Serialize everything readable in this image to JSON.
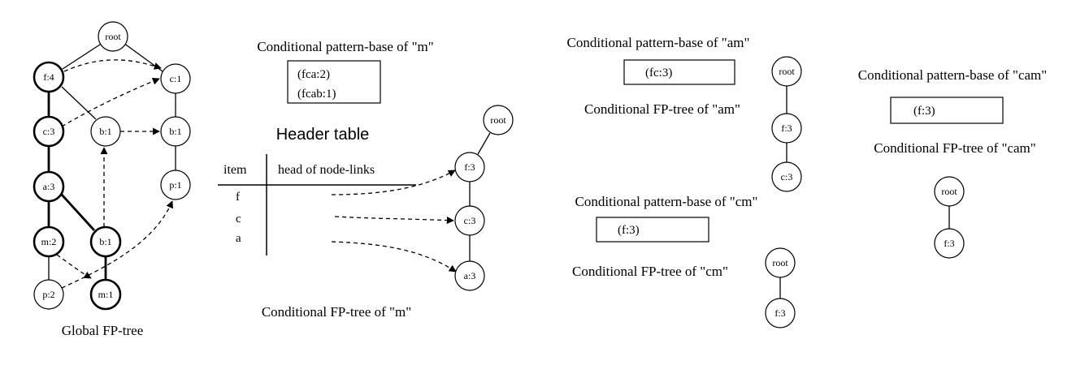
{
  "trees": {
    "global": {
      "caption": "Global FP-tree",
      "nodes": {
        "root": "root",
        "f": "f:4",
        "c": "c:3",
        "a": "a:3",
        "m1": "m:2",
        "p1": "p:2",
        "b1": "b:1",
        "b2": "b:1",
        "m2": "m:1",
        "c2": "c:1",
        "b3": "b:1",
        "p2": "p:1"
      }
    },
    "m": {
      "caption": "Conditional FP-tree of \"m\"",
      "nodes": {
        "root": "root",
        "f": "f:3",
        "c": "c:3",
        "a": "a:3"
      }
    },
    "am": {
      "caption": "Conditional FP-tree of \"am\"",
      "nodes": {
        "root": "root",
        "f": "f:3",
        "c": "c:3"
      }
    },
    "cm": {
      "caption": "Conditional FP-tree of \"cm\"",
      "nodes": {
        "root": "root",
        "f": "f:3"
      }
    },
    "cam": {
      "caption": "Conditional FP-tree of \"cam\"",
      "nodes": {
        "root": "root",
        "f": "f:3"
      }
    }
  },
  "pattern_bases": {
    "m": {
      "title": "Conditional pattern-base of \"m\"",
      "entries": [
        "(fca:2)",
        "(fcab:1)"
      ]
    },
    "am": {
      "title": "Conditional pattern-base of \"am\"",
      "entries": [
        "(fc:3)"
      ]
    },
    "cm": {
      "title": "Conditional pattern-base of \"cm\"",
      "entries": [
        "(f:3)"
      ]
    },
    "cam": {
      "title": "Conditional pattern-base of \"cam\"",
      "entries": [
        "(f:3)"
      ]
    }
  },
  "header_table": {
    "title": "Header table",
    "col_item": "item",
    "col_links": "head of node-links",
    "items": [
      "f",
      "c",
      "a"
    ]
  }
}
